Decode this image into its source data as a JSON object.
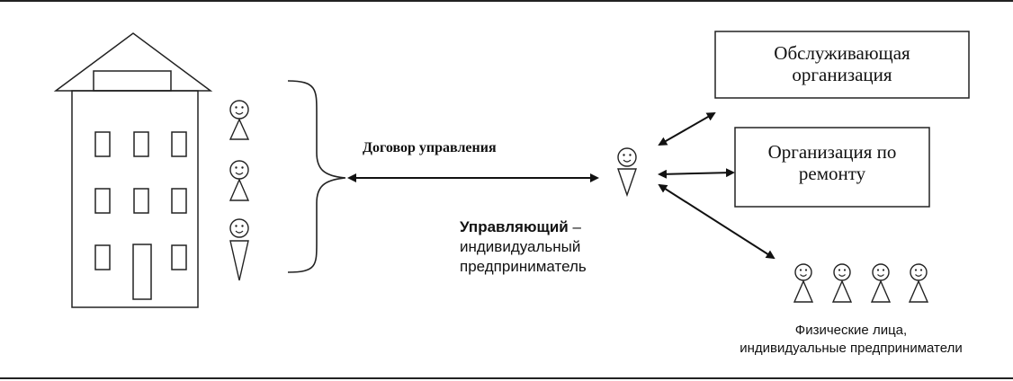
{
  "boxes": {
    "service_org": {
      "line1": "Обслуживающая",
      "line2": "организация"
    },
    "repair_org": {
      "line1": "Организация по",
      "line2": "ремонту"
    }
  },
  "contract": {
    "label": "Договор управления"
  },
  "manager": {
    "title": "Управляющий",
    "dash": " –",
    "line2": "индивидуальный",
    "line3": "предприниматель"
  },
  "persons": {
    "line1": "Физические лица,",
    "line2": "индивидуальные предприниматели"
  },
  "icons": {
    "building": "building-icon",
    "person": "person-icon",
    "brace": "curly-brace-icon"
  }
}
